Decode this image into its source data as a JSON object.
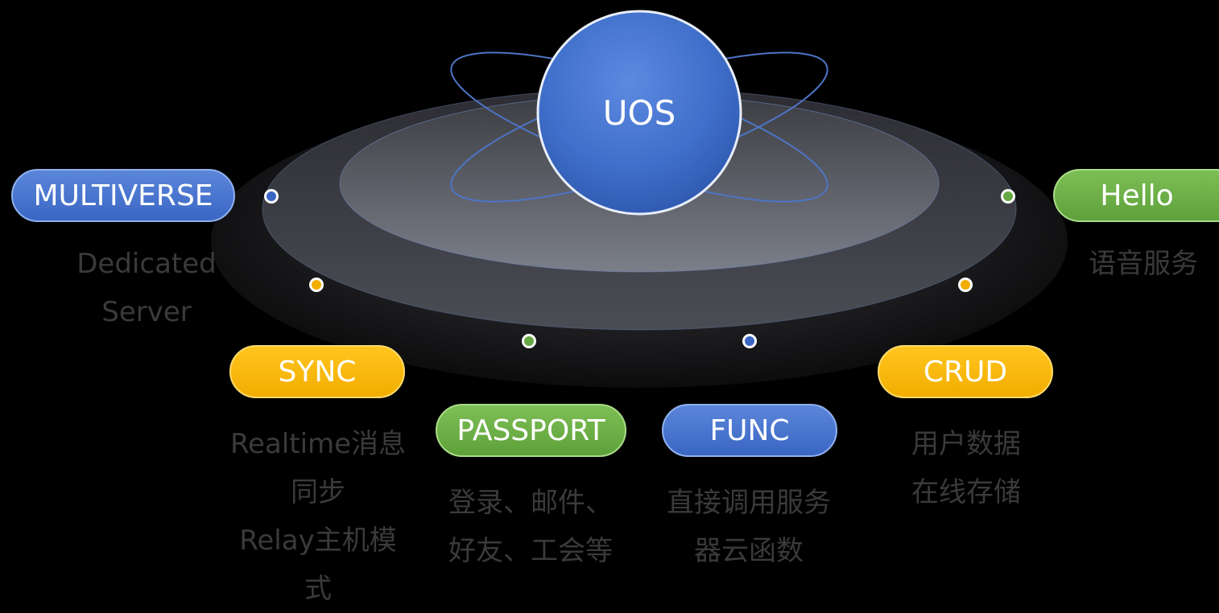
{
  "hub": {
    "label": "UOS",
    "color": "#3f70cc"
  },
  "services": [
    {
      "id": "multiverse",
      "label": "MULTIVERSE",
      "color": "blue",
      "description": "Dedicated\nServer"
    },
    {
      "id": "hello",
      "label": "Hello",
      "color": "green",
      "description": "语音服务"
    },
    {
      "id": "sync",
      "label": "SYNC",
      "color": "yellow",
      "description": "Realtime消息\n同步\nRelay主机模\n式"
    },
    {
      "id": "passport",
      "label": "PASSPORT",
      "color": "green",
      "description": "登录、邮件、\n好友、工会等"
    },
    {
      "id": "func",
      "label": "FUNC",
      "color": "blue",
      "description": "直接调用服务\n器云函数"
    },
    {
      "id": "crud",
      "label": "CRUD",
      "color": "yellow",
      "description": "用户数据\n在线存储"
    }
  ],
  "colors": {
    "blue": "#3a66c4",
    "green": "#66a843",
    "yellow": "#f2ad00",
    "description_text": "#3a3a3a"
  }
}
